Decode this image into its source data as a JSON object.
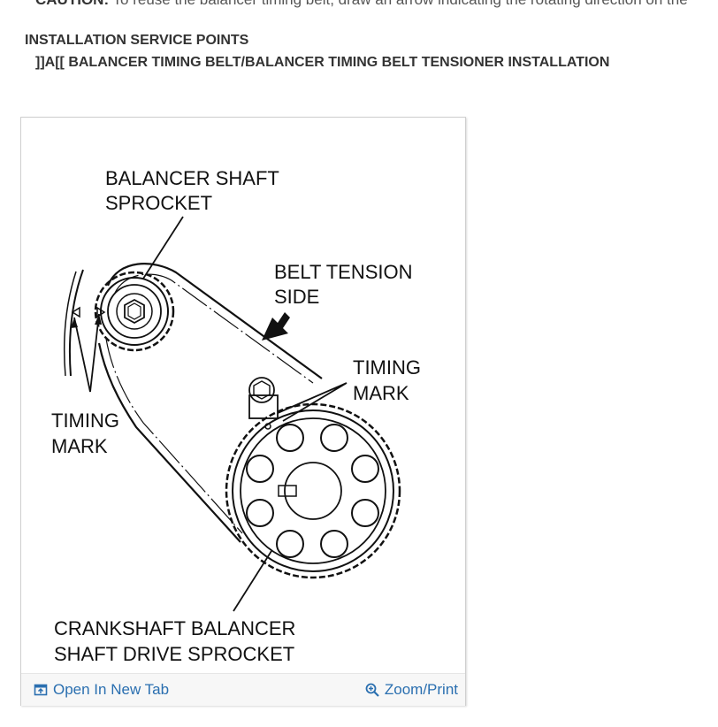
{
  "caution": {
    "label": "CAUTION:",
    "text": " To reuse the balancer timing belt, draw an arrow indicating the rotating direction on the"
  },
  "section_heading": "INSTALLATION SERVICE POINTS",
  "sub_heading": "]]A[[ BALANCER TIMING BELT/BALANCER TIMING BELT TENSIONER INSTALLATION",
  "figure": {
    "labels": {
      "balancer_sprocket_1": "BALANCER SHAFT",
      "balancer_sprocket_2": "SPROCKET",
      "belt_tension_1": "BELT TENSION",
      "belt_tension_2": "SIDE",
      "timing_mark_right_1": "TIMING",
      "timing_mark_right_2": "MARK",
      "timing_mark_left_1": "TIMING",
      "timing_mark_left_2": "MARK",
      "crankshaft_1": "CRANKSHAFT BALANCER",
      "crankshaft_2": "SHAFT DRIVE SPROCKET"
    }
  },
  "footer": {
    "open_new_tab": "Open In New Tab",
    "zoom_print": "Zoom/Print",
    "open_icon": "open-in-new-tab-icon",
    "zoom_icon": "zoom-in-icon",
    "link_color": "#2a6fb0"
  }
}
